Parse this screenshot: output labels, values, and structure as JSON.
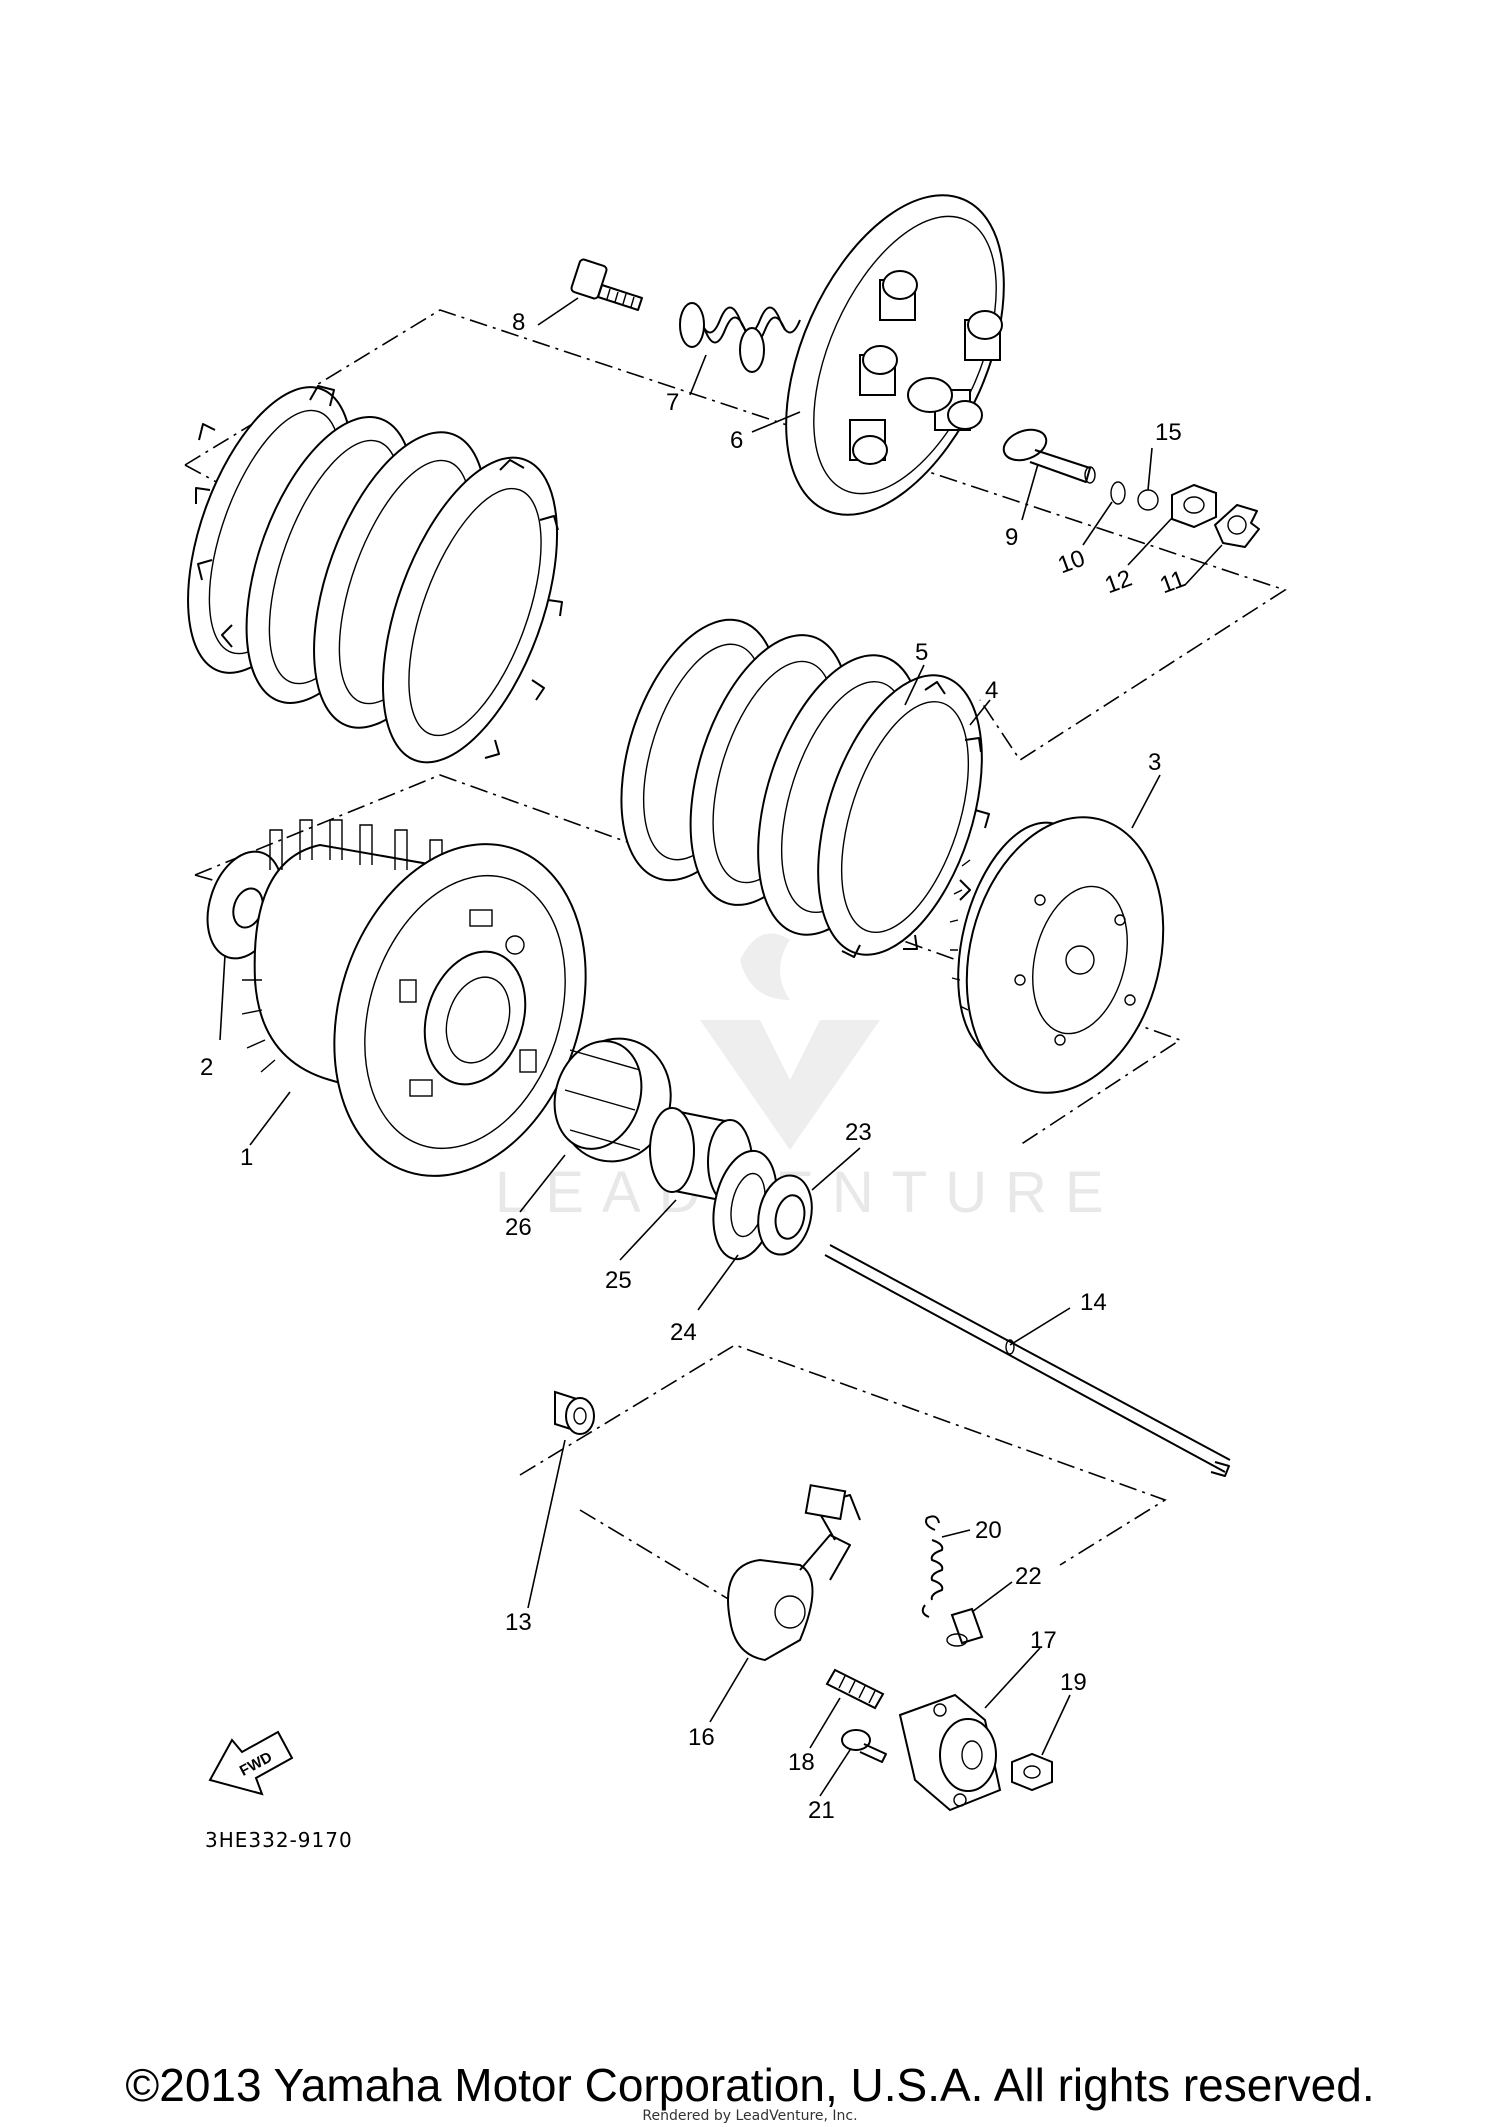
{
  "diagram": {
    "part_code": "3HE332-9170",
    "watermark": "LEADVENTURE",
    "fwd_label": "FWD",
    "callouts": [
      {
        "id": "1",
        "text": "1"
      },
      {
        "id": "2",
        "text": "2"
      },
      {
        "id": "3",
        "text": "3"
      },
      {
        "id": "4",
        "text": "4"
      },
      {
        "id": "5",
        "text": "5"
      },
      {
        "id": "6",
        "text": "6"
      },
      {
        "id": "7",
        "text": "7"
      },
      {
        "id": "8",
        "text": "8"
      },
      {
        "id": "9",
        "text": "9"
      },
      {
        "id": "10",
        "text": "10"
      },
      {
        "id": "11",
        "text": "11"
      },
      {
        "id": "12",
        "text": "12"
      },
      {
        "id": "13",
        "text": "13"
      },
      {
        "id": "14",
        "text": "14"
      },
      {
        "id": "15",
        "text": "15"
      },
      {
        "id": "16",
        "text": "16"
      },
      {
        "id": "17",
        "text": "17"
      },
      {
        "id": "18",
        "text": "18"
      },
      {
        "id": "19",
        "text": "19"
      },
      {
        "id": "20",
        "text": "20"
      },
      {
        "id": "21",
        "text": "21"
      },
      {
        "id": "22",
        "text": "22"
      },
      {
        "id": "23",
        "text": "23"
      },
      {
        "id": "24",
        "text": "24"
      },
      {
        "id": "25",
        "text": "25"
      },
      {
        "id": "26",
        "text": "26"
      }
    ]
  },
  "footer": {
    "copyright": "©2013 Yamaha Motor Corporation, U.S.A. All rights reserved.",
    "rendered_by": "Rendered by LeadVenture, Inc."
  }
}
